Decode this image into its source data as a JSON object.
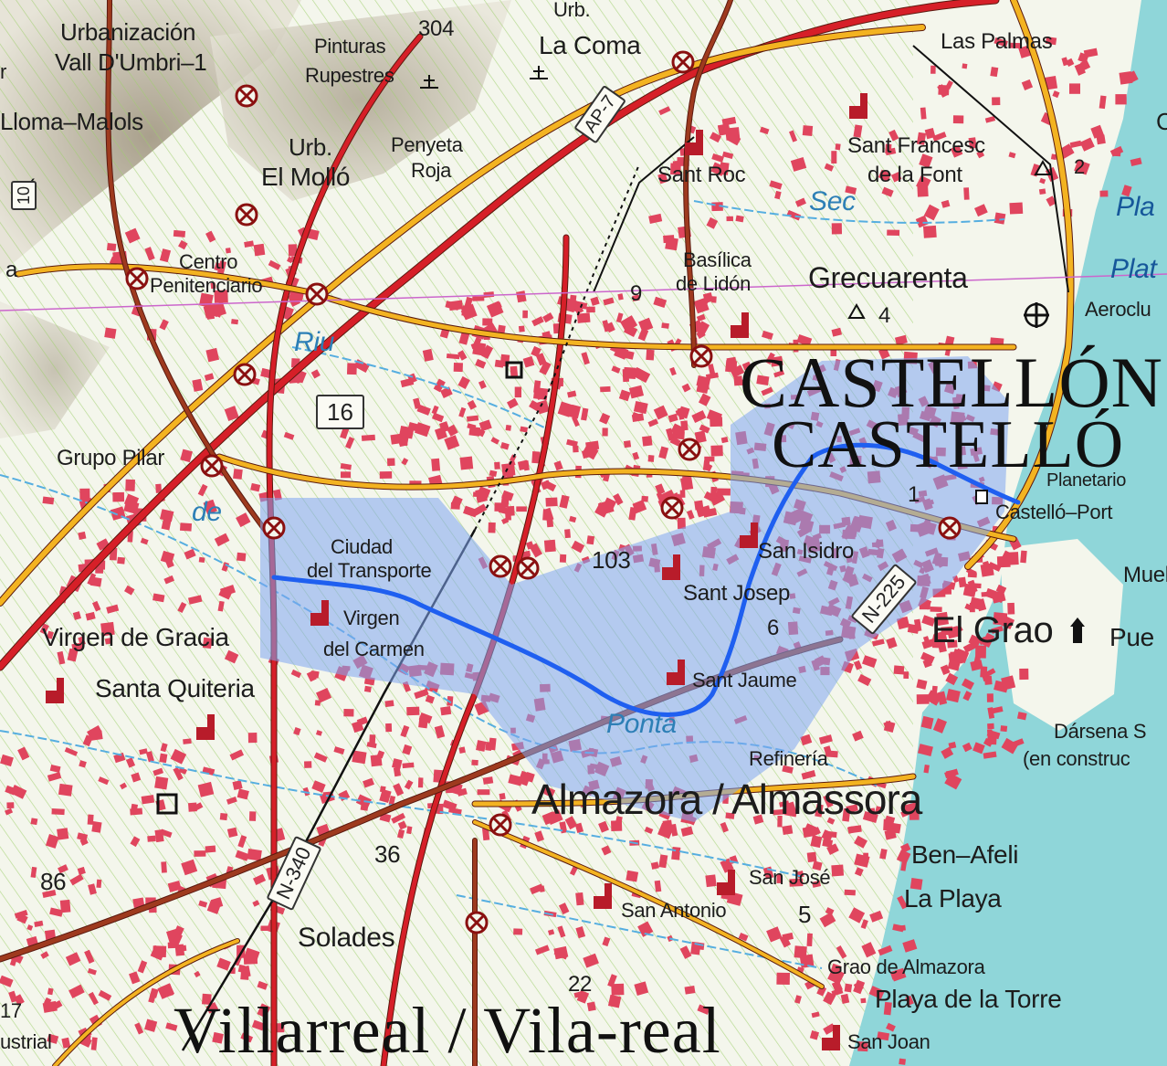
{
  "map": {
    "colors": {
      "sea": "#8fd6d9",
      "land": "#f4f6ec",
      "mountain": "#c9c3b2",
      "urban": "#e0455e",
      "motorway": "#d61f28",
      "main_road": "#f3b321",
      "secondary_road": "#9e3a1e",
      "river": "#56aee0",
      "route_line": "#1f5ff0",
      "highlight_area": "#7fa6f2",
      "railway": "#111111",
      "boundary": "#cc66cc"
    },
    "icons": [
      "junction-icon",
      "church-icon",
      "lighthouse-icon",
      "airport-icon",
      "castle-icon",
      "cave-painting-icon",
      "museum-icon"
    ],
    "title": {
      "line1": "CASTELLÓN",
      "line2": "CASTELLÓ"
    },
    "towns": {
      "almazora": "Almazora / Almassora",
      "villarreal": "Villarreal / Vila-real",
      "el_grao": "El Grao"
    },
    "labels": {
      "urb_vall": "Urbanización",
      "vall_umbri": "Vall D'Umbri–1",
      "pinturas": "Pinturas",
      "rupestres": "Rupestres",
      "urb_top": "Urb.",
      "la_coma": "La Coma",
      "las_palmas": "Las Palmas",
      "lloma": "Lloma–Malols",
      "urb": "Urb.",
      "el_mollo": "El Molló",
      "penyeta": "Penyeta",
      "roja": "Roja",
      "sant_roc": "Sant Roc",
      "sant_francesc": "Sant Francesc",
      "de_la_font": "de la Font",
      "centro": "Centro",
      "penitenciario": "Penitenciario",
      "basilica": "Basílica",
      "de_lidon": "de Lidón",
      "grecuarenta": "Grecuarenta",
      "aeroclub": "Aeroclu",
      "grupo_pilar": "Grupo Pilar",
      "ciudad": "Ciudad",
      "del_transporte": "del Transporte",
      "san_isidro": "San Isidro",
      "sant_josep": "Sant Josep",
      "planetario": "Planetario",
      "castello_port": "Castelló–Port",
      "muelle": "Muel",
      "puerto": "Pue",
      "virgen_lledo": "Virgen",
      "del_carmen": "del Carmen",
      "virgen_gracia": "Virgen de Gracia",
      "santa_quiteria": "Santa Quiteria",
      "sant_jaume": "Sant Jaume",
      "darsena": "Dársena S",
      "en_construccion": "(en construc",
      "refineria": "Refinería",
      "ben_afeli": "Ben–Afeli",
      "la_playa": "La Playa",
      "san_jose": "San José",
      "san_antonio": "San Antonio",
      "solades": "Solades",
      "grao_almazora": "Grao de Almazora",
      "playa_torre": "Playa de la Torre",
      "san_joan": "San Joan",
      "industrial": "ustrial",
      "plat1": "Pla",
      "plat2": "Plat",
      "n_edge1": "r",
      "n_edge2": "a",
      "n_edge3": "(",
      "n_edge4": "C",
      "small_17": "17"
    },
    "water_labels": {
      "riu_sec": "Sec",
      "riu": "Riu",
      "de": "de",
      "ponta": "Ponta"
    },
    "numbers": {
      "n304": "304",
      "n9": "9",
      "n4": "4",
      "n103": "103",
      "n1": "1",
      "n6": "6",
      "n36": "36",
      "n86": "86",
      "n5": "5",
      "n22": "22",
      "n2": "2"
    },
    "roads": {
      "ap7": "AP-7",
      "n225": "N-225",
      "n340": "N-340",
      "r16": "16",
      "r10": "10"
    }
  }
}
